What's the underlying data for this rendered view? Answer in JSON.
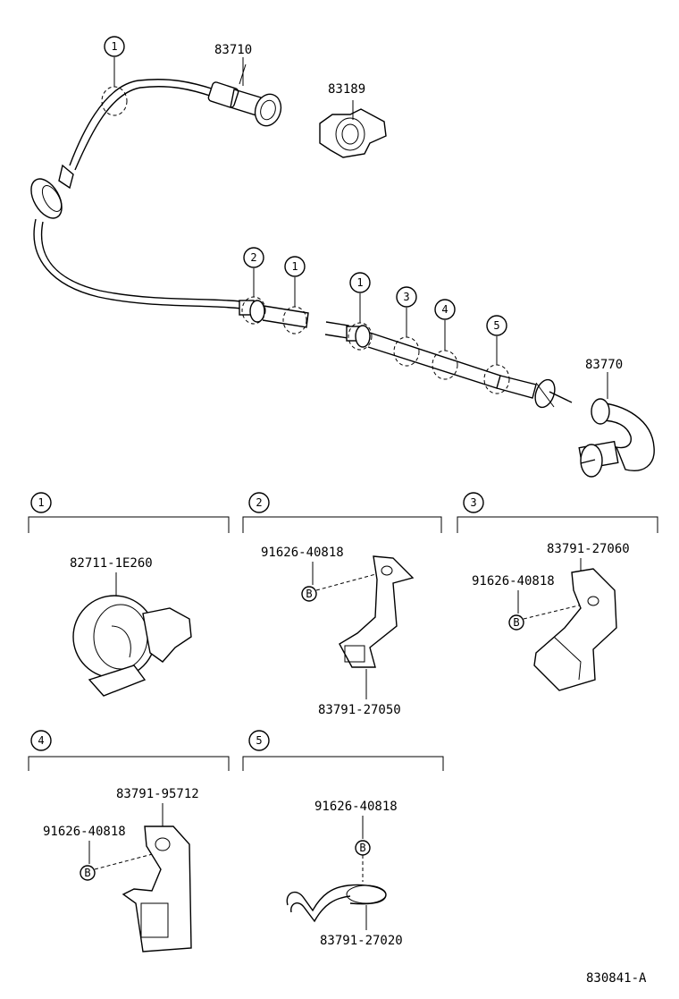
{
  "main_parts": {
    "cable_upper": "83710",
    "clip": "83189",
    "cable_lower": "83770"
  },
  "circle_markers": [
    "1",
    "2",
    "1",
    "1",
    "3",
    "4",
    "5"
  ],
  "sections": [
    {
      "number": "1",
      "parts": [
        "82711-1E260"
      ]
    },
    {
      "number": "2",
      "parts": [
        "91626-40818",
        "83791-27050"
      ]
    },
    {
      "number": "3",
      "parts": [
        "83791-27060",
        "91626-40818"
      ]
    },
    {
      "number": "4",
      "parts": [
        "83791-95712",
        "91626-40818"
      ]
    },
    {
      "number": "5",
      "parts": [
        "91626-40818",
        "83791-27020"
      ]
    }
  ],
  "bolt_marker": "B",
  "diagram_code": "830841-A"
}
